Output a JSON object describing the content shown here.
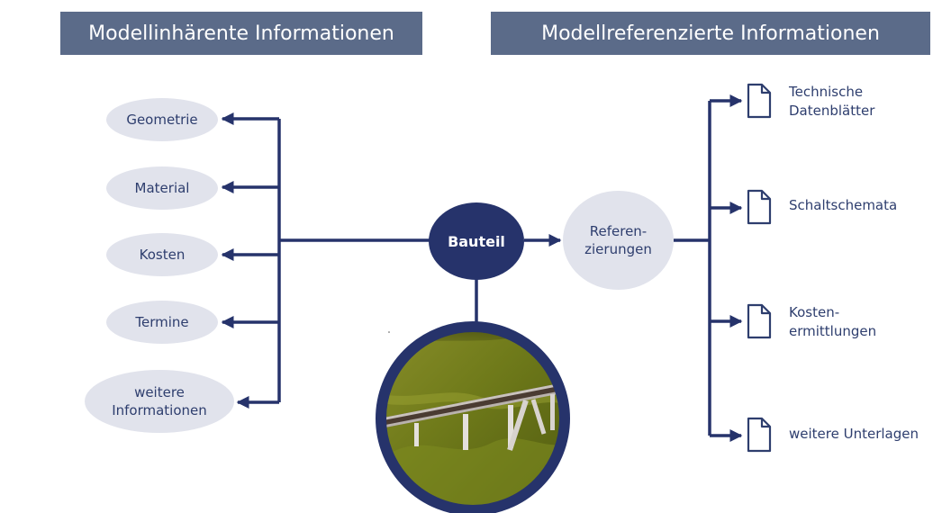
{
  "header": {
    "left_title": "Modellinhärente Informationen",
    "right_title": "Modellreferenzierte Informationen"
  },
  "center": {
    "label": "Bauteil"
  },
  "inherent_items": [
    {
      "line1": "Geometrie",
      "line2": ""
    },
    {
      "line1": "Material",
      "line2": ""
    },
    {
      "line1": "Kosten",
      "line2": ""
    },
    {
      "line1": "Termine",
      "line2": ""
    },
    {
      "line1": "weitere",
      "line2": "Informationen"
    }
  ],
  "referencing": {
    "line1": "Referen-",
    "line2": "zierungen"
  },
  "referenced_docs": [
    {
      "line1": "Technische",
      "line2": "Datenblätter"
    },
    {
      "line1": "Schaltschemata",
      "line2": ""
    },
    {
      "line1": "Kosten-",
      "line2": "ermittlungen"
    },
    {
      "line1": "weitere Unterlagen",
      "line2": ""
    }
  ],
  "image": {
    "subject": "bridge-3d-model"
  },
  "colors": {
    "navy": "#26336b",
    "banner": "#5b6b89",
    "oval_fill": "#e1e3ec",
    "text": "#2e3e6e"
  }
}
